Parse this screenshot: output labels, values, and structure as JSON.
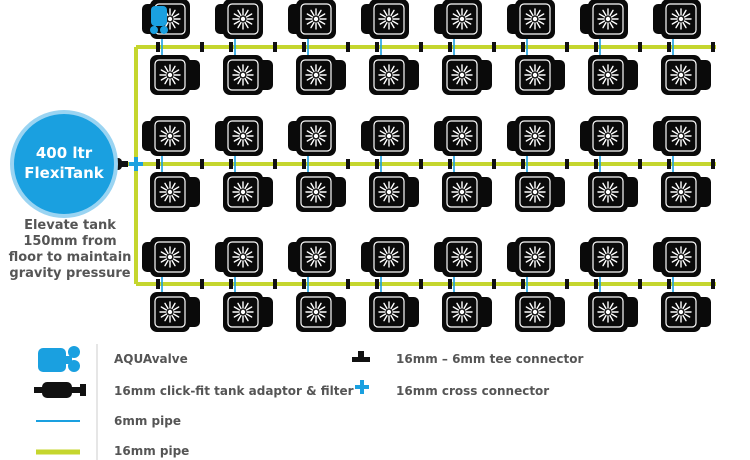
{
  "tank": {
    "capacity_label": "400 ltr",
    "name_label": "FlexiTank"
  },
  "note": {
    "lines": [
      "Elevate tank",
      "150mm from",
      "floor to maintain",
      "gravity pressure"
    ]
  },
  "legend": {
    "aquavalve": "AQUAvalve",
    "tank_adaptor": "16mm click-fit tank adaptor & filter",
    "pipe_6mm": "6mm pipe",
    "pipe_16mm": "16mm pipe",
    "tee_connector": "16mm – 6mm tee connector",
    "cross_connector": "16mm cross connector"
  },
  "layout": {
    "rows_of_pairs": 3,
    "pots_per_row": 8
  },
  "colors": {
    "tank_blue": "#1aa0e0",
    "pipe_16mm": "#c5d62e",
    "pipe_6mm": "#1aa0e0",
    "pot_black": "#0a0a0a",
    "text_grey": "#555555"
  }
}
